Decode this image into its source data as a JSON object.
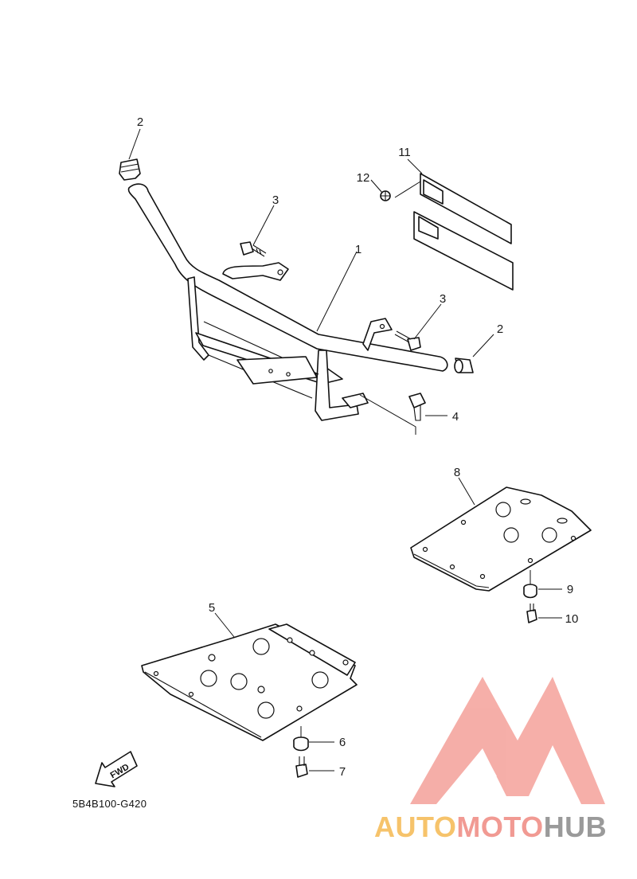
{
  "diagram": {
    "drawing_code": "5B4B100-G420",
    "fwd_label": "FWD",
    "callouts": [
      "1",
      "2",
      "2",
      "3",
      "3",
      "4",
      "5",
      "6",
      "7",
      "8",
      "9",
      "10",
      "11",
      "12"
    ]
  },
  "watermark": {
    "part1": "AUTO",
    "part2": "MOTO",
    "part3": "HUB",
    "colors": {
      "auto": "#f6c36b",
      "moto": "#f19a93",
      "hub": "#9a9a9a",
      "logo": "#f4a19a"
    }
  }
}
